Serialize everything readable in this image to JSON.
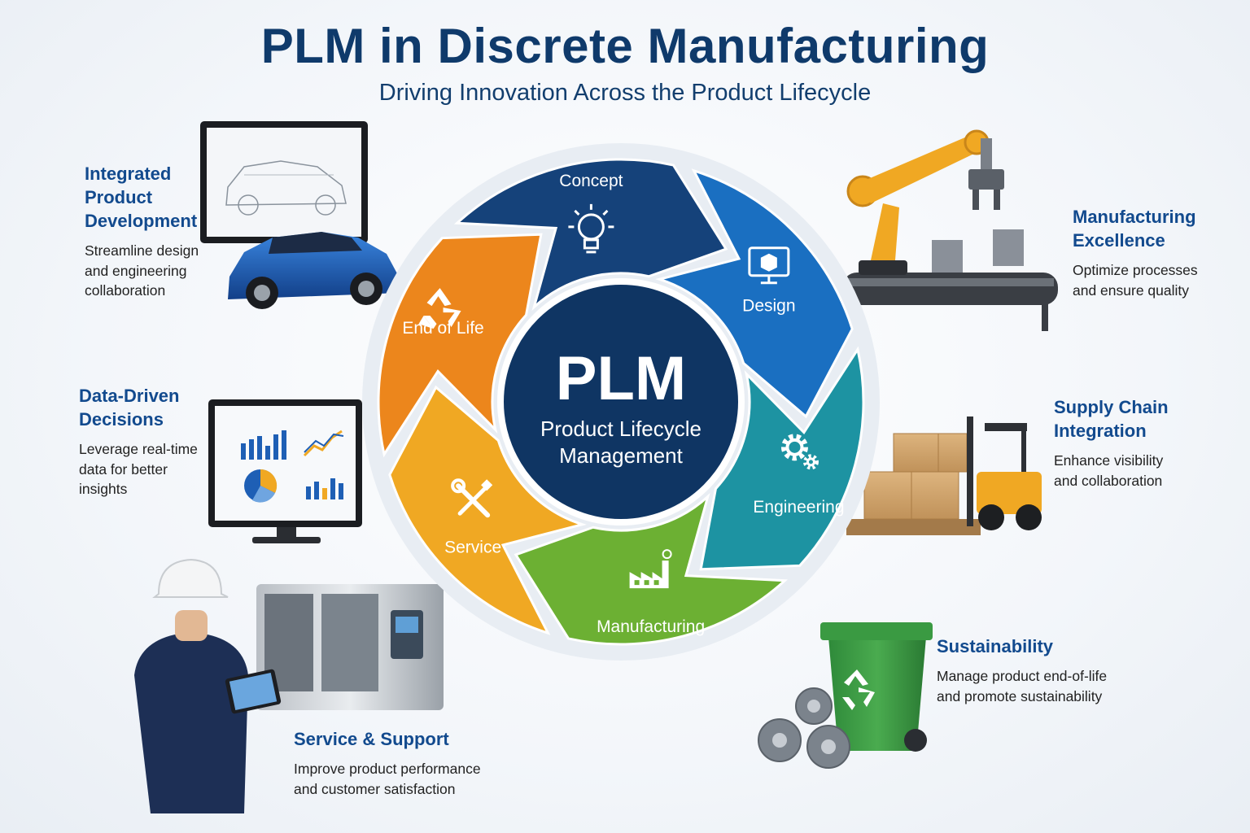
{
  "header": {
    "title": "PLM in Discrete Manufacturing",
    "subtitle": "Driving Innovation Across the Product Lifecycle"
  },
  "hub": {
    "abbrev": "PLM",
    "line1": "Product Lifecycle",
    "line2": "Management"
  },
  "stages": [
    {
      "label": "Concept",
      "icon": "lightbulb-icon",
      "color": "#15427a"
    },
    {
      "label": "Design",
      "icon": "monitor-cube-icon",
      "color": "#1a6fc1"
    },
    {
      "label": "Engineering",
      "icon": "gears-icon",
      "color": "#1d93a2"
    },
    {
      "label": "Manufacturing",
      "icon": "factory-icon",
      "color": "#6cb033"
    },
    {
      "label": "Service",
      "icon": "wrench-screwdriver-icon",
      "color": "#f0a823"
    },
    {
      "label": "End of Life",
      "icon": "recycle-icon",
      "color": "#ec861c"
    }
  ],
  "features": {
    "integrated": {
      "title_lines": [
        "Integrated",
        "Product",
        "Development"
      ],
      "desc_lines": [
        "Streamline design",
        "and engineering",
        "collaboration"
      ],
      "illustration": "cad-monitor-car-illustration"
    },
    "data": {
      "title_lines": [
        "Data-Driven",
        "Decisions"
      ],
      "desc_lines": [
        "Leverage real-time",
        "data for better",
        "insights"
      ],
      "illustration": "analytics-dashboard-illustration"
    },
    "service": {
      "title_lines": [
        "Service & Support"
      ],
      "desc_lines": [
        "Improve product performance",
        "and customer satisfaction"
      ],
      "illustration": "technician-cnc-illustration"
    },
    "manufacturing": {
      "title_lines": [
        "Manufacturing",
        "Excellence"
      ],
      "desc_lines": [
        "Optimize processes",
        "and ensure quality"
      ],
      "illustration": "robot-arm-conveyor-illustration"
    },
    "supply": {
      "title_lines": [
        "Supply Chain",
        "Integration"
      ],
      "desc_lines": [
        "Enhance visibility",
        "and collaboration"
      ],
      "illustration": "forklift-boxes-illustration"
    },
    "sustainability": {
      "title_lines": [
        "Sustainability"
      ],
      "desc_lines": [
        "Manage product end-of-life",
        "and promote sustainability"
      ],
      "illustration": "recycle-bin-gears-illustration"
    }
  },
  "colors": {
    "title": "#0f3a6b",
    "feature_title": "#124a8e",
    "hub": "#0f3563"
  }
}
